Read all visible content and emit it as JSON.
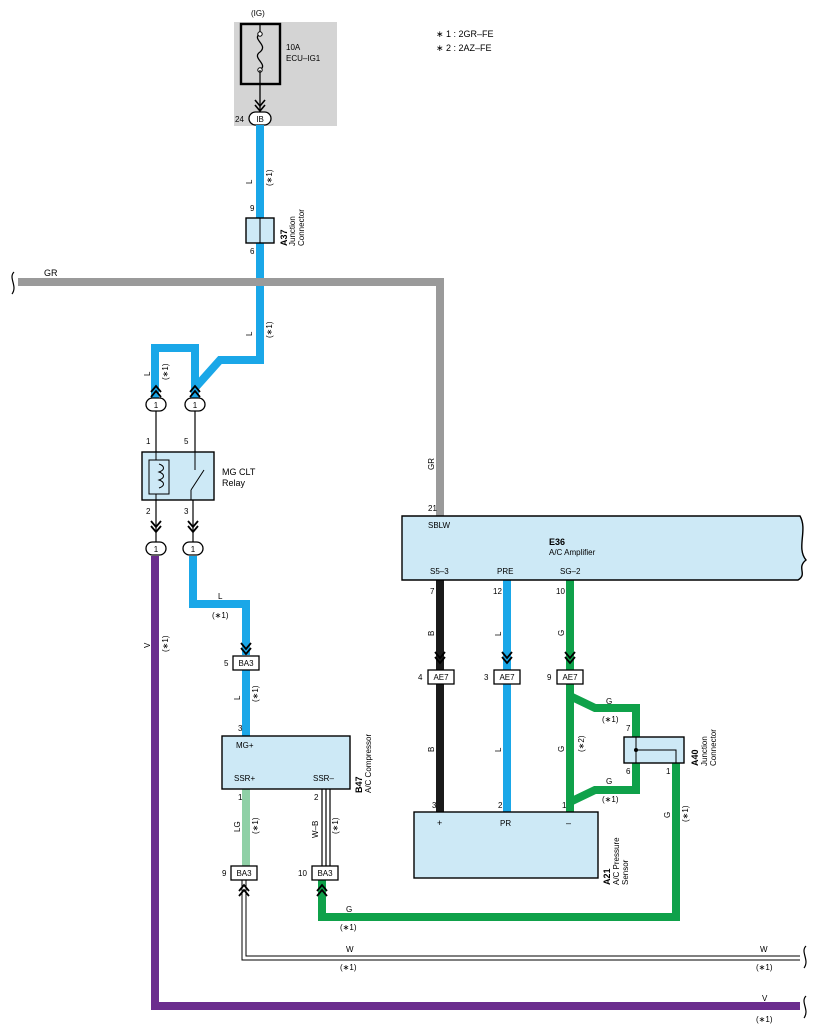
{
  "notes": [
    "∗ 1 : 2GR–FE",
    "∗ 2 : 2AZ–FE"
  ],
  "colors": {
    "L": "#1aa7e8",
    "GR": "#9a9a9a",
    "V": "#6b2d8e",
    "G": "#0fa14a",
    "LG": "#8fd0a6",
    "B": "#1a1a1a",
    "W": "#ffffff",
    "component_fill": "#cde9f6",
    "fuse_block": "#d4d4d4"
  },
  "fuse": {
    "ig": "(IG)",
    "rating": "10A",
    "name": "ECU–IG1",
    "pin": "24",
    "connector": "IB"
  },
  "a37": {
    "id": "A37",
    "name1": "Junction",
    "name2": "Connector",
    "pin_top": "9",
    "pin_bottom": "6"
  },
  "relay": {
    "name1": "MG CLT",
    "name2": "Relay",
    "pin1": "1",
    "pin5": "5",
    "pin2": "2",
    "pin3": "3",
    "plug_label": "1"
  },
  "amp": {
    "id": "E36",
    "name": "A/C Amplifier",
    "top_pin": "21",
    "top_term": "SBLW",
    "terms": [
      "S5–3",
      "PRE",
      "SG–2"
    ],
    "pins": [
      "7",
      "12",
      "10"
    ]
  },
  "ae7": {
    "label": "AE7",
    "pins": [
      "4",
      "3",
      "9"
    ]
  },
  "ba3": {
    "label": "BA3",
    "pin5": "5",
    "pin9": "9",
    "pin10": "10"
  },
  "compressor": {
    "id": "B47",
    "name": "A/C Compressor",
    "term_top": "MG+",
    "term_l": "SSR+",
    "term_r": "SSR–",
    "pin_top": "3",
    "pin_l": "1",
    "pin_r": "2"
  },
  "sensor": {
    "id": "A21",
    "name1": "A/C Pressure",
    "name2": "Sensor",
    "terms": [
      "+",
      "PR",
      "–"
    ],
    "pins": [
      "3",
      "2",
      "1"
    ]
  },
  "a40": {
    "id": "A40",
    "name1": "Junction",
    "name2": "Connector",
    "pin7": "7",
    "pin6": "6",
    "pin1": "1"
  },
  "wire_labels": {
    "L": "L",
    "GR": "GR",
    "V": "V",
    "G": "G",
    "LG": "LG",
    "B": "B",
    "W": "W",
    "WB": "W–B",
    "star1": "(∗1)",
    "star2": "(∗2)"
  }
}
